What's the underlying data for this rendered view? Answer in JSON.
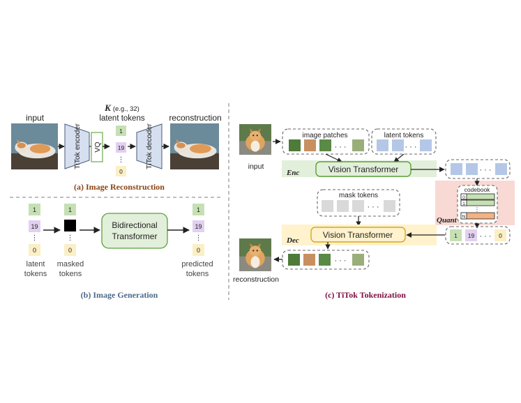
{
  "panel_a": {
    "input_label": "input",
    "k_symbol": "K",
    "k_note": "(e.g., 32)",
    "latent_label": "latent tokens",
    "reconstruction_label": "reconstruction",
    "encoder_label": "TiTok encoder",
    "vq_label": "VQ",
    "decoder_label": "TiTok decoder",
    "token_values": [
      "1",
      "19",
      "0"
    ],
    "caption": "(a) Image Reconstruction"
  },
  "panel_b": {
    "latent_tokens_label": "latent tokens",
    "masked_tokens_label": "masked tokens",
    "transformer_label": "Bidirectional Transformer",
    "predicted_tokens_label": "predicted tokens",
    "token_values": [
      "1",
      "19",
      "0"
    ],
    "caption": "(b) Image Generation"
  },
  "panel_c": {
    "input_label": "input",
    "image_patches_label": "image patches",
    "latent_tokens_label": "latent tokens",
    "enc_label": "Enc",
    "vit_label": "Vision Transformer",
    "codebook_label": "codebook",
    "codebook_indices": [
      "0",
      "1",
      "N"
    ],
    "quant_label": "Quant",
    "mask_tokens_label": "mask tokens",
    "dec_label": "Dec",
    "token_values": [
      "1",
      "19",
      "0"
    ],
    "reconstruction_label": "reconstruction",
    "caption": "(c) TiTok Tokenization"
  },
  "colors": {
    "green_token": "#c6e0b4",
    "purple_token": "#e2d0f0",
    "yellow_token": "#fbefc5",
    "blue_token": "#b4c7e7",
    "gray_token": "#d9d9d9",
    "enc_band": "#e2efda",
    "dec_band": "#fff2cc",
    "quant_band": "#f8d9d3",
    "caption_a": "#8b4513",
    "caption_b": "#4a6a8a",
    "caption_c": "#7a1040"
  }
}
